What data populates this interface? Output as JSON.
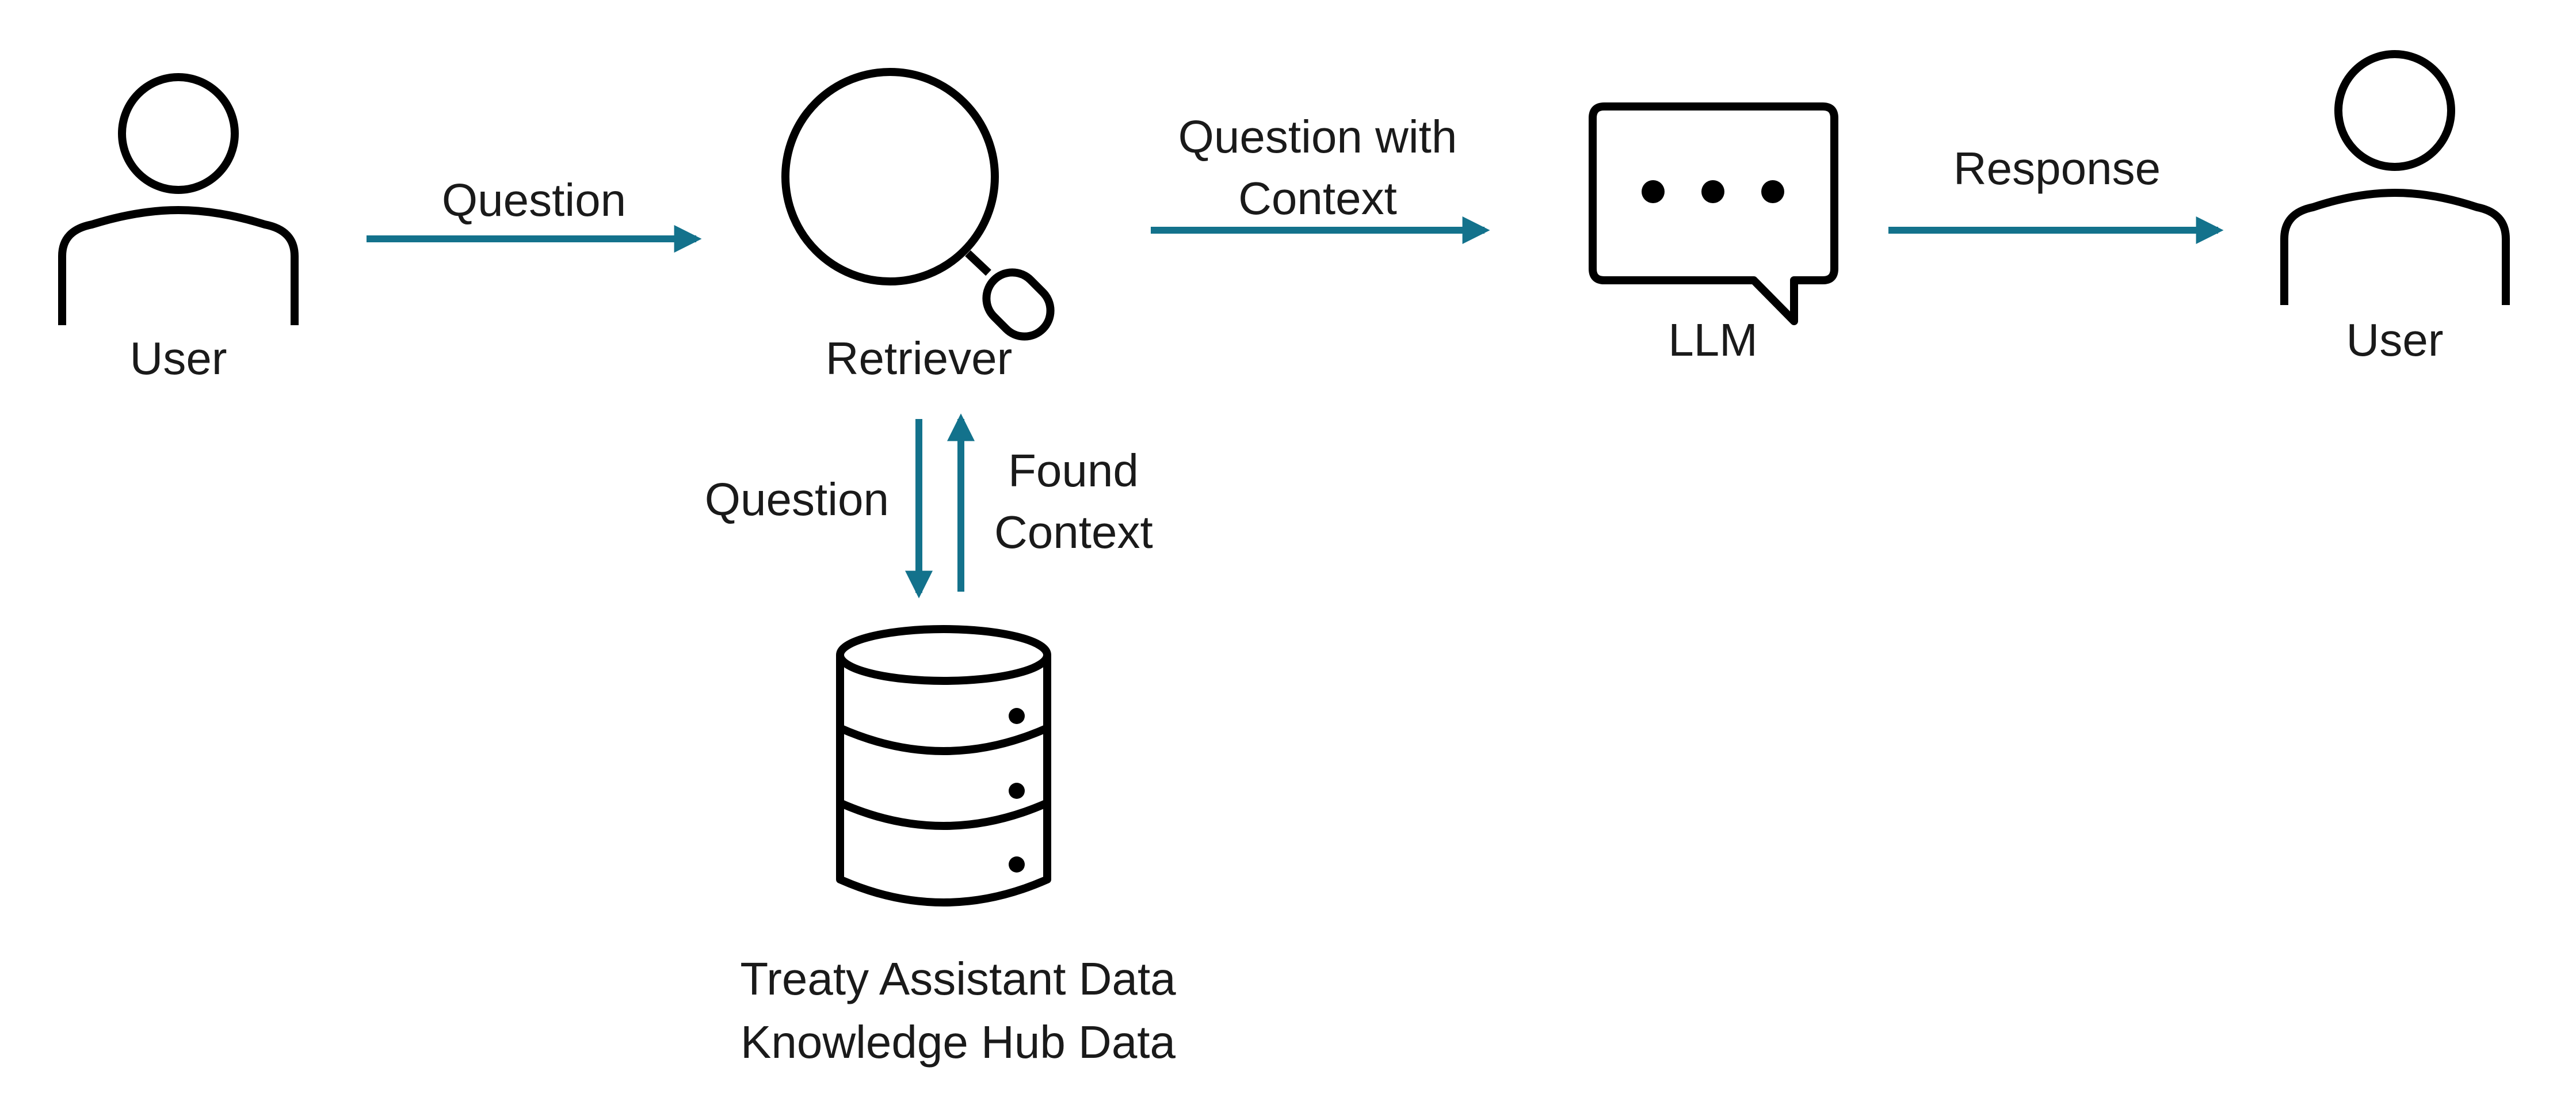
{
  "colors": {
    "arrow": "#13728c",
    "icon": "#000000",
    "text": "#1a1a1a",
    "background": "#ffffff"
  },
  "nodes": {
    "user_left": {
      "label": "User",
      "icon": "user-icon"
    },
    "retriever": {
      "label": "Retriever",
      "icon": "magnifier-icon"
    },
    "llm": {
      "label": "LLM",
      "icon": "chat-bubble-icon"
    },
    "user_right": {
      "label": "User",
      "icon": "user-icon"
    },
    "database": {
      "label_lines": [
        "Treaty Assistant Data",
        "Knowledge Hub Data"
      ],
      "icon": "database-icon"
    }
  },
  "edges": {
    "user_to_retriever": {
      "label": "Question"
    },
    "retriever_to_llm": {
      "label_lines": [
        "Question with",
        "Context"
      ]
    },
    "llm_to_user": {
      "label": "Response"
    },
    "retriever_to_db": {
      "label": "Question"
    },
    "db_to_retriever": {
      "label_lines": [
        "Found",
        "Context"
      ]
    }
  }
}
